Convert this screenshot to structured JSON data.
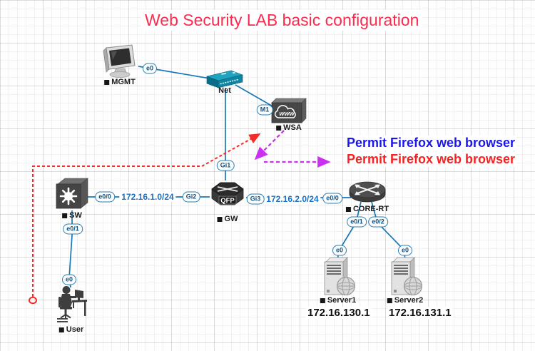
{
  "title": "Web Security LAB basic configuration",
  "annotations": {
    "permit_blue": "Permit Firefox web browser",
    "permit_red": "Permit Firefox web browser"
  },
  "nodes": {
    "mgmt": {
      "label": "MGMT",
      "type": "pc"
    },
    "net": {
      "label": "Net",
      "type": "ethernet-switch"
    },
    "wsa": {
      "label": "WSA",
      "type": "web-security-appliance"
    },
    "sw": {
      "label": "SW",
      "type": "multilayer-switch"
    },
    "gw": {
      "label": "GW",
      "type": "qfp-router",
      "badge": "QFP"
    },
    "core": {
      "label": "CORE-RT",
      "type": "router"
    },
    "server1": {
      "label": "Server1",
      "type": "server",
      "ip": "172.16.130.1"
    },
    "server2": {
      "label": "Server2",
      "type": "server",
      "ip": "172.16.131.1"
    },
    "user": {
      "label": "User",
      "type": "workstation-user"
    }
  },
  "interfaces": {
    "mgmt_e0": "e0",
    "wsa_m1": "M1",
    "gw_gi1": "Gi1",
    "gw_gi2": "Gi2",
    "gw_gi3": "Gi3",
    "sw_e00": "e0/0",
    "sw_e01": "e0/1",
    "core_e00": "e0/0",
    "core_e01": "e0/1",
    "core_e02": "e0/2",
    "server1_e0": "e0",
    "server2_e0": "e0",
    "user_e0": "e0"
  },
  "subnets": {
    "sw_gw": "172.16.1.0/24",
    "gw_core": "172.16.2.0/24"
  },
  "drawings": {
    "red_dashed_arrow": {
      "style": "dashed",
      "color": "#f32b2b",
      "from": "near User",
      "to": "WSA",
      "start_marker": "circle"
    },
    "magenta_dashed_arrows": {
      "style": "dashed",
      "color": "#cb2ff2",
      "segments": 2
    }
  },
  "colors": {
    "title": "#fa2b4d",
    "permit_blue": "#1b17ea",
    "permit_red": "#fb1f1f",
    "link": "#1878b6",
    "interface_badge_border": "#2d7fae",
    "subnet_text": "#1c6fc2",
    "red_arrow": "#f32b2b",
    "magenta_arrow": "#cb2ff2"
  }
}
